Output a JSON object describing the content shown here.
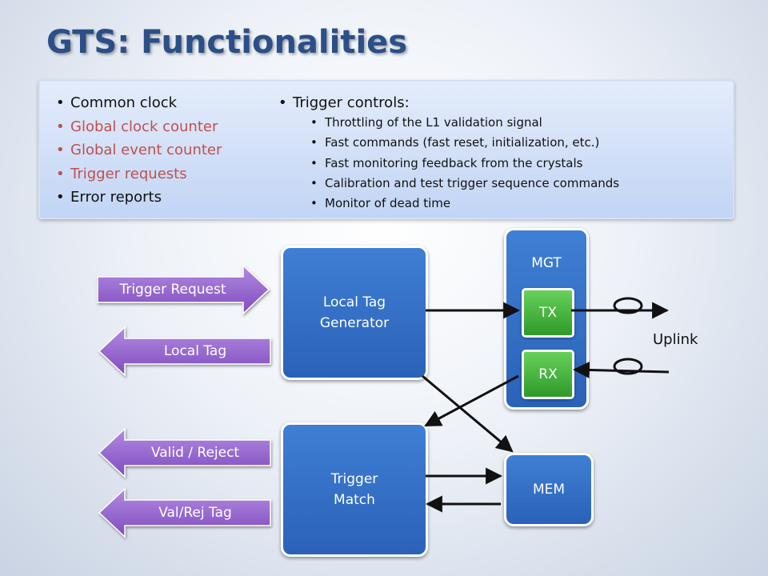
{
  "title": "GTS: Functionalities",
  "left_items": [
    "Common clock",
    "Global clock counter",
    "Global event counter",
    "Trigger requests",
    "Error reports"
  ],
  "right_heading": "Trigger controls:",
  "right_items": [
    "Throttling of the L1 validation signal",
    "Fast commands (fast reset, initialization, etc.)",
    "Fast monitoring feedback from the crystals",
    "Calibration and test trigger sequence commands",
    "Monitor of dead time"
  ],
  "signals": {
    "trigger_request": "Trigger Request",
    "local_tag": "Local Tag",
    "valid_reject": "Valid / Reject",
    "valrej_tag": "Val/Rej  Tag"
  },
  "blocks": {
    "local_tag_generator": [
      "Local Tag",
      "Generator"
    ],
    "trigger_match": [
      "Trigger",
      "Match"
    ],
    "mgt": "MGT",
    "tx": "TX",
    "rx": "RX",
    "mem": "MEM"
  },
  "uplink": "Uplink",
  "colors": {
    "title": "#2b4f87",
    "highlight_text": "#c0504d",
    "block_blue": "#3a78cc",
    "transceiver_green": "#4cbb43",
    "signal_purple": "#9b6ad1"
  }
}
